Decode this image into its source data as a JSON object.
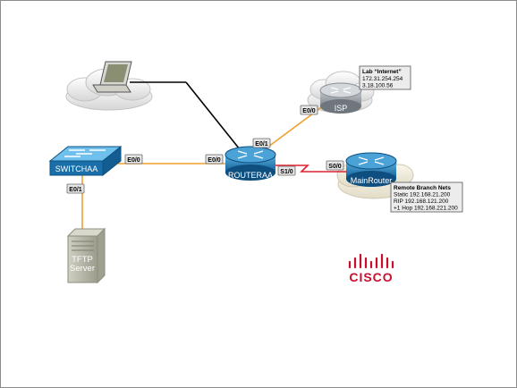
{
  "devices": {
    "switch": {
      "label": "SWITCHAA"
    },
    "router": {
      "label": "ROUTERAA"
    },
    "isp": {
      "label": "ISP"
    },
    "main_router": {
      "label": "MainRouter"
    },
    "server": {
      "label_line1": "TFTP",
      "label_line2": "Server"
    }
  },
  "interfaces": {
    "switch_e00": "E0/0",
    "switch_e01": "E0/1",
    "router_e00": "E0/0",
    "router_e01": "E0/1",
    "router_s10": "S1/0",
    "isp_e00": "E0/0",
    "main_s00": "S0/0"
  },
  "callouts": {
    "lab_internet": {
      "title": "Lab “Internet”",
      "lines": [
        "172.31.254.254",
        "3.18.100.56"
      ]
    },
    "remote_branch": {
      "title": "Remote Branch Nets",
      "lines": [
        "Static 192.168.21.200",
        "RIP 192.168.121.200",
        "+1 Hop 192.168.221.200"
      ]
    }
  },
  "logo": {
    "text": "CISCO"
  },
  "colors": {
    "ethernet_link": "#f0a030",
    "serial_link": "#e02030",
    "internet_link": "#000000",
    "device_blue": "#1a6fa8",
    "logo_red": "#c8102e",
    "logo_blue": "#1b4f8f"
  }
}
